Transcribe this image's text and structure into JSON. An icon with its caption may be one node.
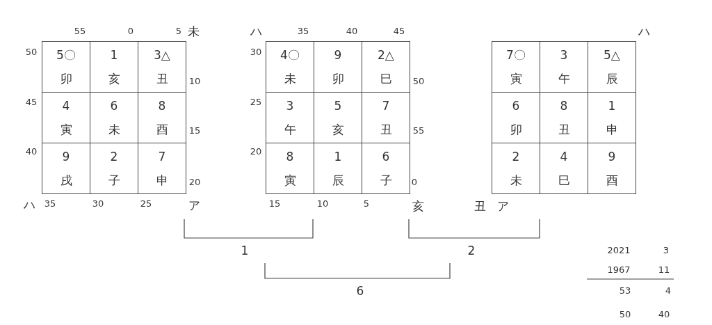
{
  "diagram": {
    "nodes": [
      {
        "text": [
          "5〇",
          "卯"
        ]
      },
      {
        "text": [
          "1",
          "亥"
        ]
      },
      {
        "text": [
          "3△",
          "丑"
        ]
      },
      {
        "text": [
          "4",
          "寅"
        ]
      },
      {
        "text": [
          "6",
          "未"
        ]
      },
      {
        "text": [
          "8",
          "酉"
        ]
      },
      {
        "text": [
          "9",
          "戌"
        ]
      },
      {
        "text": [
          "2",
          "子"
        ]
      },
      {
        "text": [
          "7",
          "申"
        ]
      },
      {
        "text": [
          "4〇",
          "未"
        ]
      },
      {
        "text": [
          "9",
          "卯"
        ]
      },
      {
        "text": [
          "2△",
          "巳"
        ]
      },
      {
        "text": [
          "3",
          "午"
        ]
      },
      {
        "text": [
          "5",
          "亥"
        ]
      },
      {
        "text": [
          "7",
          "丑"
        ]
      },
      {
        "text": [
          "8",
          "寅"
        ]
      },
      {
        "text": [
          "1",
          "辰"
        ]
      },
      {
        "text": [
          "6",
          "子"
        ]
      },
      {
        "text": [
          "7〇",
          "寅"
        ]
      },
      {
        "text": [
          "3",
          "午"
        ]
      },
      {
        "text": [
          "5△",
          "辰"
        ]
      },
      {
        "text": [
          "6",
          "卯"
        ]
      },
      {
        "text": [
          "8",
          "丑"
        ]
      },
      {
        "text": [
          "1",
          "申"
        ]
      },
      {
        "text": [
          "2",
          "未"
        ]
      },
      {
        "text": [
          "4",
          "巳"
        ]
      },
      {
        "text": [
          "9",
          "酉"
        ]
      }
    ],
    "labels": [
      "55",
      "0",
      "5",
      "未",
      "ハ",
      "35",
      "40",
      "45",
      "ハ",
      "50",
      "30",
      "10",
      "50",
      "45",
      "25",
      "15",
      "55",
      "40",
      "20",
      "20",
      "0",
      "ハ",
      "35",
      "30",
      "25",
      "ア",
      "15",
      "10",
      "5",
      "亥",
      "丑",
      "ア",
      "1",
      "2",
      "2021",
      "3",
      "1967",
      "11",
      "6",
      "53",
      "4",
      "50",
      "40"
    ]
  }
}
